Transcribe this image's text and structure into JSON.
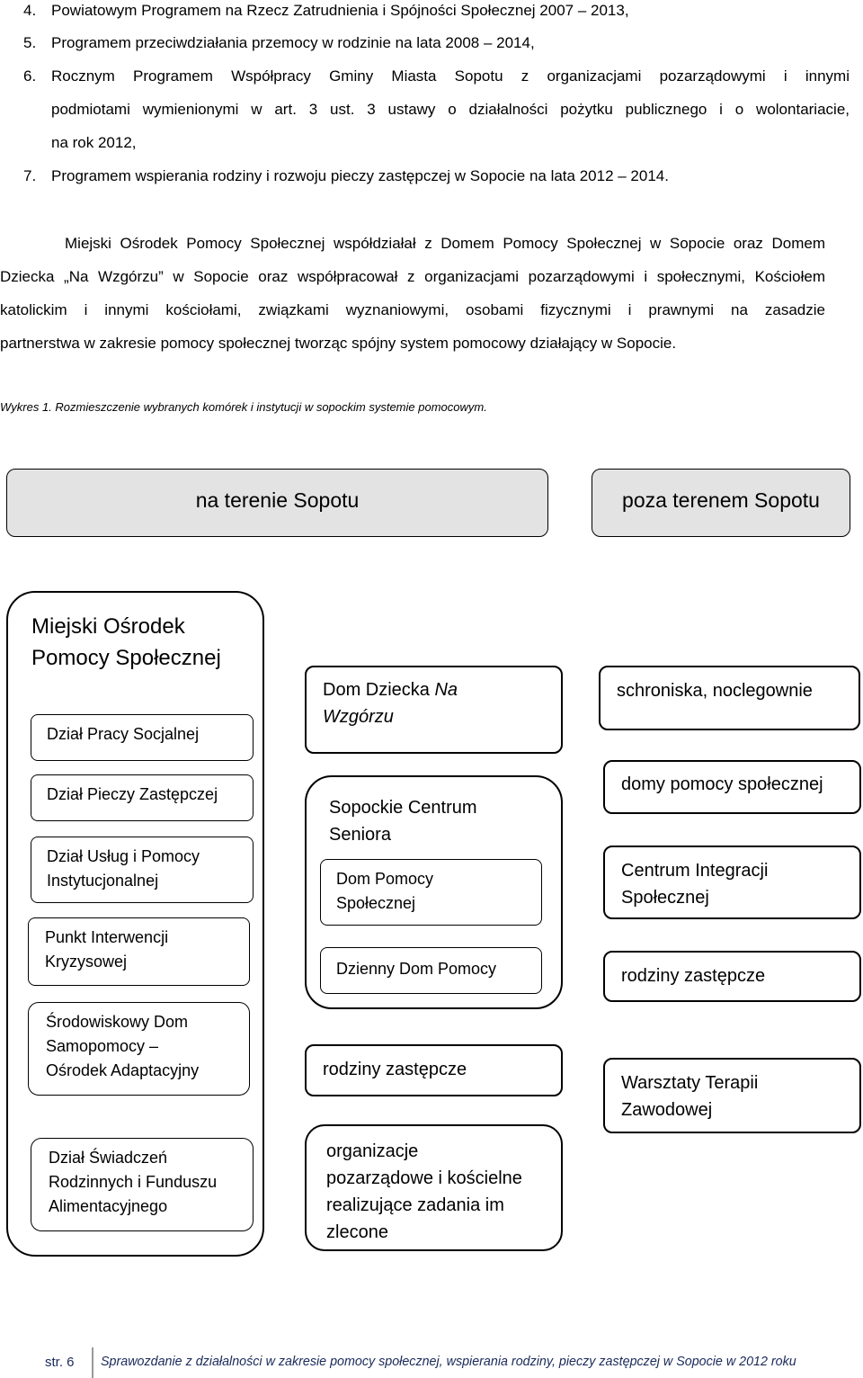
{
  "list_items": [
    {
      "num": "4.",
      "text": "Powiatowym Programem na Rzecz Zatrudnienia i Spójności Społecznej 2007 – 2013,"
    },
    {
      "num": "5.",
      "text": "Programem przeciwdziałania przemocy w rodzinie na lata 2008 – 2014,"
    },
    {
      "num": "6.",
      "line1": "Rocznym Programem Współpracy Gminy Miasta Sopotu z organizacjami pozarządowymi i innymi",
      "line2": "podmiotami wymienionymi w art. 3 ust. 3 ustawy o działalności pożytku publicznego i o wolontariacie,",
      "line3": "na rok 2012,"
    },
    {
      "num": "7.",
      "text": "Programem wspierania rodziny i rozwoju pieczy zastępczej w Sopocie na lata 2012 – 2014."
    }
  ],
  "paragraph": [
    "Miejski Ośrodek Pomocy Społecznej współdziałał z Domem Pomocy Społecznej w Sopocie oraz Domem",
    "Dziecka „Na Wzgórzu” w Sopocie oraz współpracował z organizacjami pozarządowymi i społecznymi, Kościołem",
    "katolickim i innymi kościołami, związkami wyznaniowymi, osobami fizycznymi i prawnymi na zasadzie",
    "partnerstwa w zakresie pomocy społecznej tworząc spójny system pomocowy działający w Sopocie."
  ],
  "caption": "Wykres 1. Rozmieszczenie wybranych komórek i instytucji w sopockim systemie pomocowym.",
  "diagram": {
    "header_left": "na terenie Sopotu",
    "header_right": "poza terenem Sopotu",
    "mops": {
      "title_line1": "Miejski Ośrodek",
      "title_line2": "Pomocy Społecznej",
      "units": [
        [
          "Dział Pracy Socjalnej"
        ],
        [
          "Dział Pieczy Zastępczej"
        ],
        [
          "Dział Usług i Pomocy",
          "Instytucjonalnej"
        ],
        [
          "Punkt Interwencji",
          "Kryzysowej"
        ],
        [
          "Środowiskowy Dom",
          "Samopomocy –",
          "Ośrodek Adaptacyjny"
        ],
        [
          "Dział Świadczeń",
          "Rodzinnych i Funduszu",
          "Alimentacyjnego"
        ]
      ]
    },
    "dom_dziecka": {
      "line1": "Dom Dziecka ",
      "line1_italic": "Na",
      "line2_italic": "Wzgórzu"
    },
    "scs": {
      "title_line1": "Sopockie Centrum",
      "title_line2": "Seniora",
      "units": [
        [
          "Dom Pomocy",
          "Społecznej"
        ],
        [
          "Dzienny Dom Pomocy"
        ]
      ]
    },
    "middle_foster": "rodziny zastępcze",
    "ngo": [
      "organizacje",
      "pozarządowe i kościelne",
      "realizujące zadania im",
      "zlecone"
    ],
    "right": [
      [
        "schroniska, noclegownie"
      ],
      [
        "domy pomocy społecznej"
      ],
      [
        "Centrum Integracji",
        "Społecznej"
      ],
      [
        "rodziny zastępcze"
      ],
      [
        "Warsztaty Terapii",
        "Zawodowej"
      ]
    ]
  },
  "footer": {
    "page": "str. 6",
    "title": "Sprawozdanie z działalności w zakresie pomocy społecznej, wspierania rodziny, pieczy zastępczej w Sopocie w 2012 roku"
  }
}
